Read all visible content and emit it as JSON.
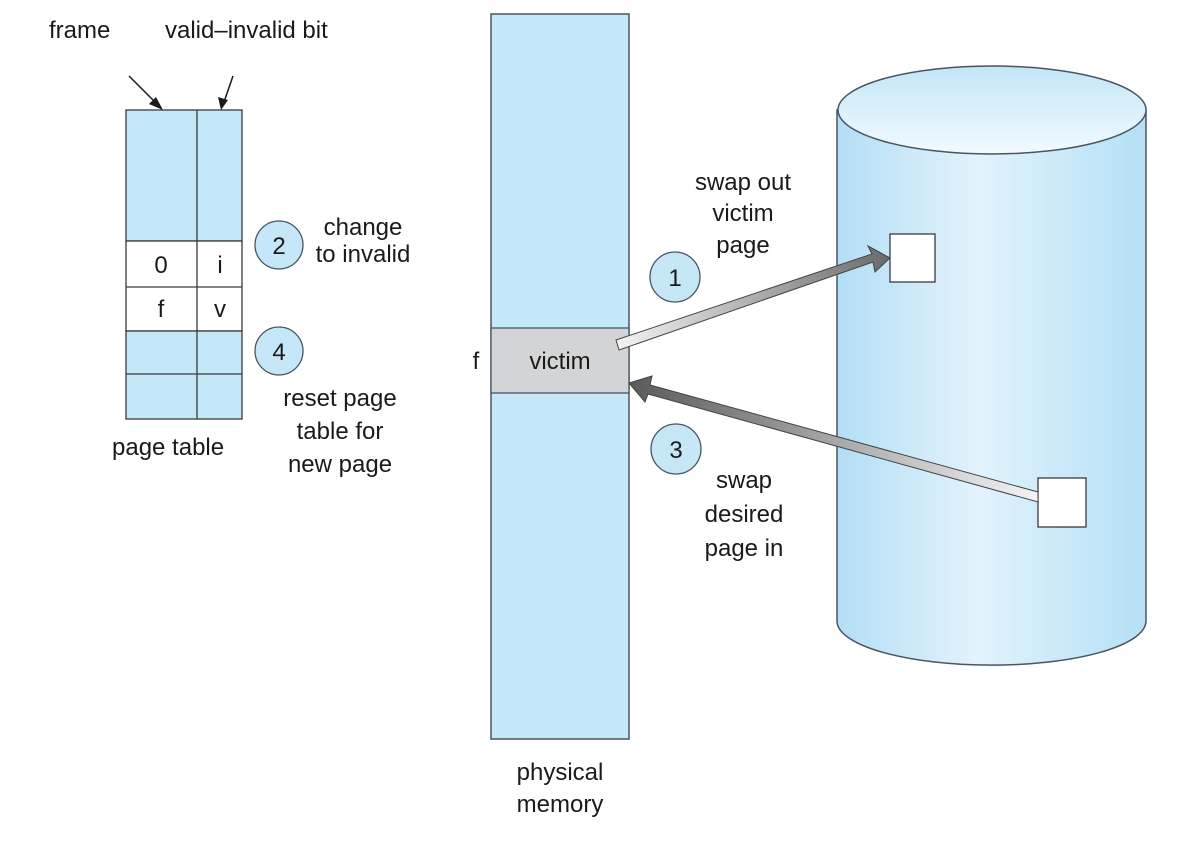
{
  "diagram": {
    "type": "page-replacement",
    "page_table": {
      "label": "page table",
      "frame_label": "frame",
      "valid_bit_label": "valid–invalid bit",
      "rows": [
        {
          "frame": "",
          "bit": ""
        },
        {
          "frame": "0",
          "bit": "i"
        },
        {
          "frame": "f",
          "bit": "v"
        },
        {
          "frame": "",
          "bit": ""
        },
        {
          "frame": "",
          "bit": ""
        }
      ]
    },
    "physical_memory": {
      "label_line1": "physical",
      "label_line2": "memory",
      "frame_label": "f",
      "victim_label": "victim"
    },
    "steps": [
      {
        "number": "1",
        "lines": [
          "swap out",
          "victim",
          "page"
        ]
      },
      {
        "number": "2",
        "lines": [
          "change",
          "to invalid"
        ]
      },
      {
        "number": "3",
        "lines": [
          "swap",
          "desired",
          "page in"
        ]
      },
      {
        "number": "4",
        "lines": [
          "reset page",
          "table for",
          "new page"
        ]
      }
    ],
    "colors": {
      "memory_fill": "#c5e8f9",
      "victim_fill": "#d3d4d6",
      "circle_fill": "#c6e7f8",
      "stroke": "#4a5560",
      "disk_edge": "#b5e0f6",
      "disk_center": "#e2f3fc"
    }
  }
}
